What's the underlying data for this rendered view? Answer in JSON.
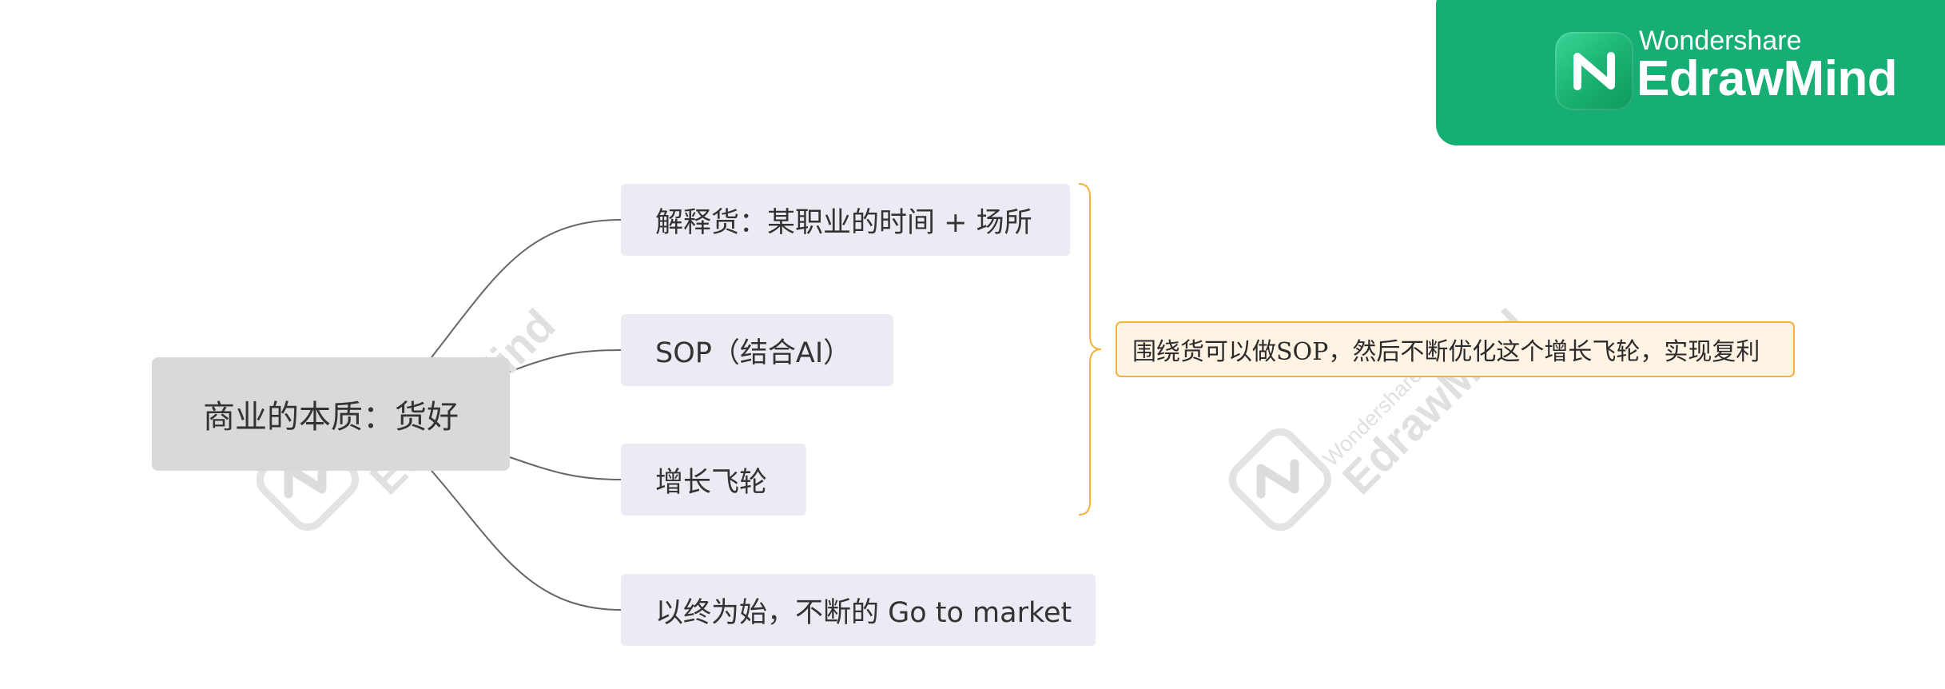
{
  "logo": {
    "brand": "Wondershare",
    "product": "EdrawMind"
  },
  "watermark": {
    "brand": "Wondershare",
    "product": "EdrawMind"
  },
  "mindmap": {
    "root": "商业的本质：货好",
    "children": [
      "解释货：某职业的时间 + 场所",
      "SOP（结合AI）",
      "增长飞轮",
      "以终为始，不断的 Go to market"
    ],
    "summary": "围绕货可以做SOP，然后不断优化这个增长飞轮，实现复利"
  },
  "colors": {
    "root_fill": "#d9d9d9",
    "child_fill": "#ebebf3",
    "summary_fill": "#fff3e4",
    "summary_border": "#f3b23c",
    "brace": "#f3b23c",
    "connector": "#666666",
    "logo_green": "#16ae73"
  }
}
